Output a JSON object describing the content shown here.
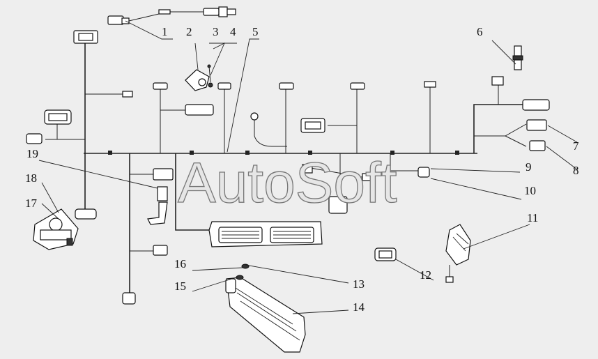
{
  "watermark": "AutoSoft",
  "callouts": [
    "1",
    "2",
    "3",
    "4",
    "5",
    "6",
    "7",
    "8",
    "9",
    "10",
    "11",
    "12",
    "13",
    "14",
    "15",
    "16",
    "17",
    "18",
    "19"
  ]
}
